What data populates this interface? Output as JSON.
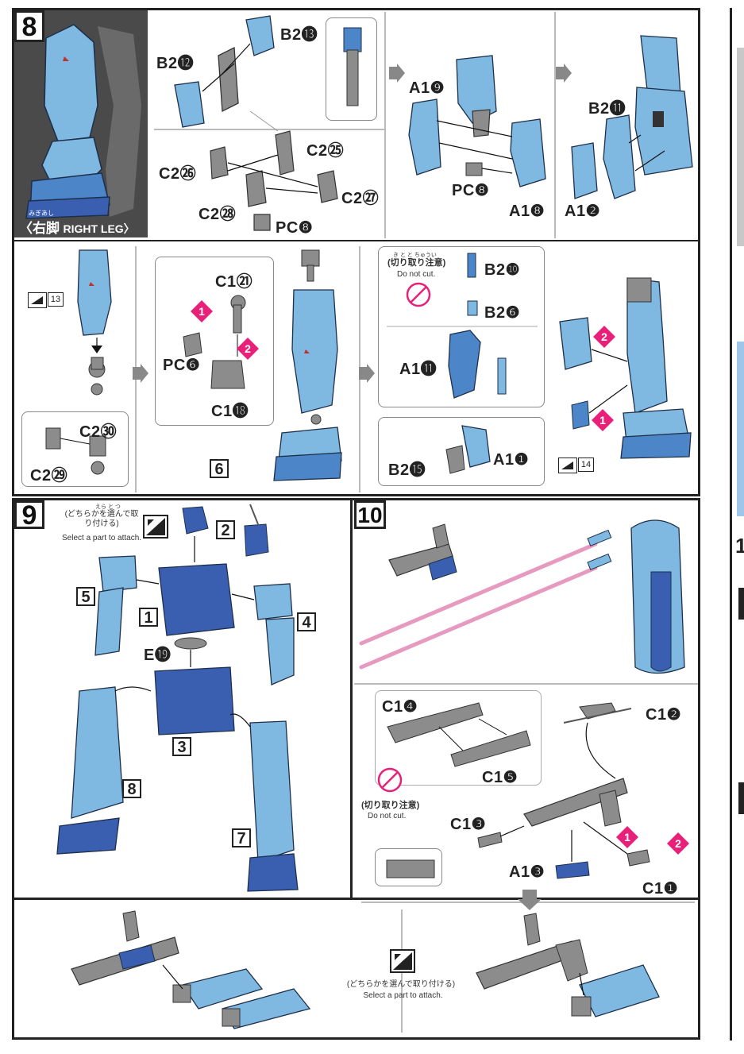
{
  "steps": {
    "s8": "8",
    "s9": "9",
    "s10": "10",
    "right_cut_1": "1",
    "right_cut_2": ""
  },
  "leg_caption": {
    "ruby": "みぎあし",
    "kanji": "〈右脚",
    "english": "RIGHT LEG〉"
  },
  "step8_labels": {
    "b2_12": "B2⓬",
    "b2_13": "B2⓭",
    "c2_25": "C2㉕",
    "c2_26": "C2㉖",
    "c2_27": "C2㉗",
    "c2_28": "C2㉘",
    "pc8_a": "PC❽",
    "a1_9": "A1❾",
    "pc8_b": "PC❽",
    "a1_8": "A1❽",
    "b2_11": "B2⓫",
    "a1_2": "A1❷",
    "sticker_13": "13",
    "c2_30": "C2㉚",
    "c2_29": "C2㉙",
    "c1_21": "C1㉑",
    "pc6": "PC❻",
    "c1_18": "C1⓲",
    "part6": "6",
    "cut_note_jp": "(切り取り注意)",
    "cut_note_ruby": "き と と ちゅうい",
    "cut_note_en": "Do not cut.",
    "b2_10": "B2❿",
    "b2_6": "B2❻",
    "a1_11": "A1⓫",
    "b2_15": "B2⓯",
    "a1_1": "A1❶",
    "sticker_14": "14",
    "step_1": "1",
    "step_2": "2"
  },
  "step9_labels": {
    "select_jp": "(どちらかを選んで取り付ける)",
    "select_ruby": "えら と つ",
    "select_en": "Select a part to attach.",
    "p2": "2",
    "p5": "5",
    "p1": "1",
    "p4": "4",
    "e19": "E⓳",
    "p3": "3",
    "p8": "8",
    "p7": "7"
  },
  "step10_labels": {
    "c1_4": "C1❹",
    "c1_5": "C1❺",
    "c1_2": "C1❷",
    "cut_note_jp": "(切り取り注意)",
    "cut_note_en": "Do not cut.",
    "c1_3": "C1❸",
    "a1_3": "A1❸",
    "c1_1": "C1❶",
    "step_1": "1",
    "step_2": "2"
  },
  "bottom_labels": {
    "select_jp": "(どちらかを選んで取り付ける)",
    "select_en": "Select a part to attach."
  },
  "colors": {
    "light_blue": "#7fb8e0",
    "mid_blue": "#4c86c8",
    "dark_blue": "#3a5fb0",
    "gray": "#8c8c8c",
    "pink": "#e8207a",
    "beam_pink": "#e79ac0"
  }
}
